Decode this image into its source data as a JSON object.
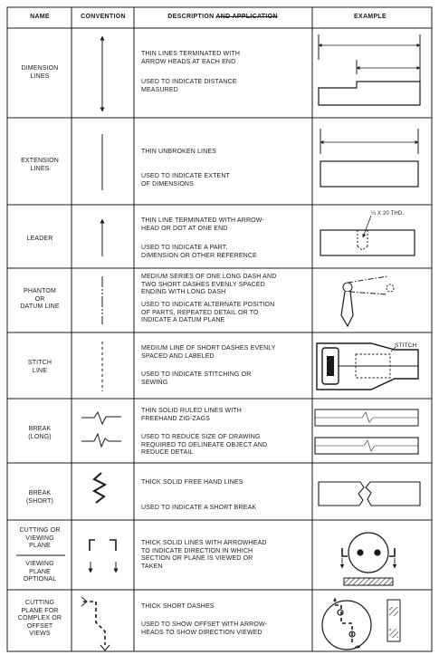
{
  "headers": {
    "name": "NAME",
    "convention": "CONVENTION",
    "description_a": "DESCRIPTION ",
    "description_b": "AND APPLICATION",
    "example": "EXAMPLE"
  },
  "rows": [
    {
      "name": "DIMENSION\nLINES",
      "desc1": "THIN LINES TERMINATED WITH\nARROW HEADS AT EACH END",
      "desc2": "USED TO INDICATE DISTANCE\nMEASURED"
    },
    {
      "name": "EXTENSION\nLINES",
      "desc1": "THIN UNBROKEN LINES",
      "desc2": "USED TO INDICATE EXTENT\nOF DIMENSIONS"
    },
    {
      "name": "LEADER",
      "desc1": "THIN LINE TERMINATED WITH ARROW-\nHEAD OR DOT AT ONE END",
      "desc2": "USED TO INDICATE A PART,\nDIMENSION OR OTHER REFERENCE",
      "example_label": "¼ X 20 THD."
    },
    {
      "name": "PHANTOM\nOR\nDATUM LINE",
      "desc1": "MEDIUM SERIES OF ONE LONG DASH AND\nTWO SHORT DASHES EVENLY SPACED\nENDING WITH LONG DASH",
      "desc2": "USED TO INDICATE ALTERNATE POSITION\nOF PARTS, REPEATED DETAIL OR TO\nINDICATE A DATUM PLANE"
    },
    {
      "name": "STITCH\nLINE",
      "desc1": "MEDIUM LINE OF SHORT DASHES EVENLY\nSPACED AND LABELED",
      "desc2": "USED TO INDICATE STITCHING OR\nSEWING",
      "example_label": "STITCH"
    },
    {
      "name": "BREAK\n(LONG)",
      "desc1": "THIN SOLID RULED LINES WITH\nFREEHAND ZIG-ZAGS",
      "desc2": "USED TO REDUCE SIZE OF DRAWING\nREQUIRED TO DELINEATE OBJECT AND\nREDUCE DETAIL"
    },
    {
      "name": "BREAK\n(SHORT)",
      "desc1": "THICK SOLID FREE HAND LINES",
      "desc2": "USED TO INDICATE A SHORT BREAK"
    },
    {
      "name": "CUTTING OR\nVIEWING\nPLANE",
      "name_b": "VIEWING\nPLANE\nOPTIONAL",
      "desc1": "THICK SOLID LINES WITH ARROWHEAD\nTO INDICATE DIRECTION IN WHICH\nSECTION OR PLANE IS VIEWED OR\nTAKEN"
    },
    {
      "name": "CUTTING\nPLANE FOR\nCOMPLEX OR\nOFFSET\nVIEWS",
      "desc1": "THICK SHORT DASHES",
      "desc2": "USED TO SHOW OFFSET WITH ARROW-\nHEADS TO SHOW DIRECTION VIEWED"
    }
  ]
}
